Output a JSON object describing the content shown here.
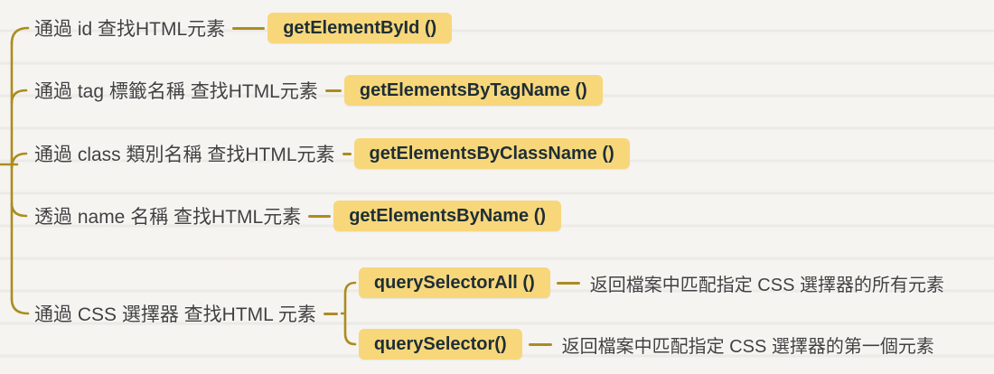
{
  "theme": {
    "branch_color": "#ac8c20",
    "node_background": "#f8d77b",
    "node_text_color": "#1d2e35",
    "label_text_color": "#414141",
    "page_background": "#f5f4f1"
  },
  "tree": {
    "branches": [
      {
        "label": "通過 id 查找HTML元素",
        "method": "getElementById ()"
      },
      {
        "label": "通過 tag 標籤名稱 查找HTML元素",
        "method": "getElementsByTagName ()"
      },
      {
        "label": "通過 class 類別名稱 查找HTML元素",
        "method": "getElementsByClassName ()"
      },
      {
        "label": "透過 name 名稱 查找HTML元素",
        "method": "getElementsByName ()"
      },
      {
        "label": "通過 CSS 選擇器 查找HTML 元素",
        "children": [
          {
            "method": "querySelectorAll ()",
            "description": "返回檔案中匹配指定 CSS 選擇器的所有元素"
          },
          {
            "method": "querySelector()",
            "description": "返回檔案中匹配指定 CSS 選擇器的第一個元素"
          }
        ]
      }
    ]
  }
}
